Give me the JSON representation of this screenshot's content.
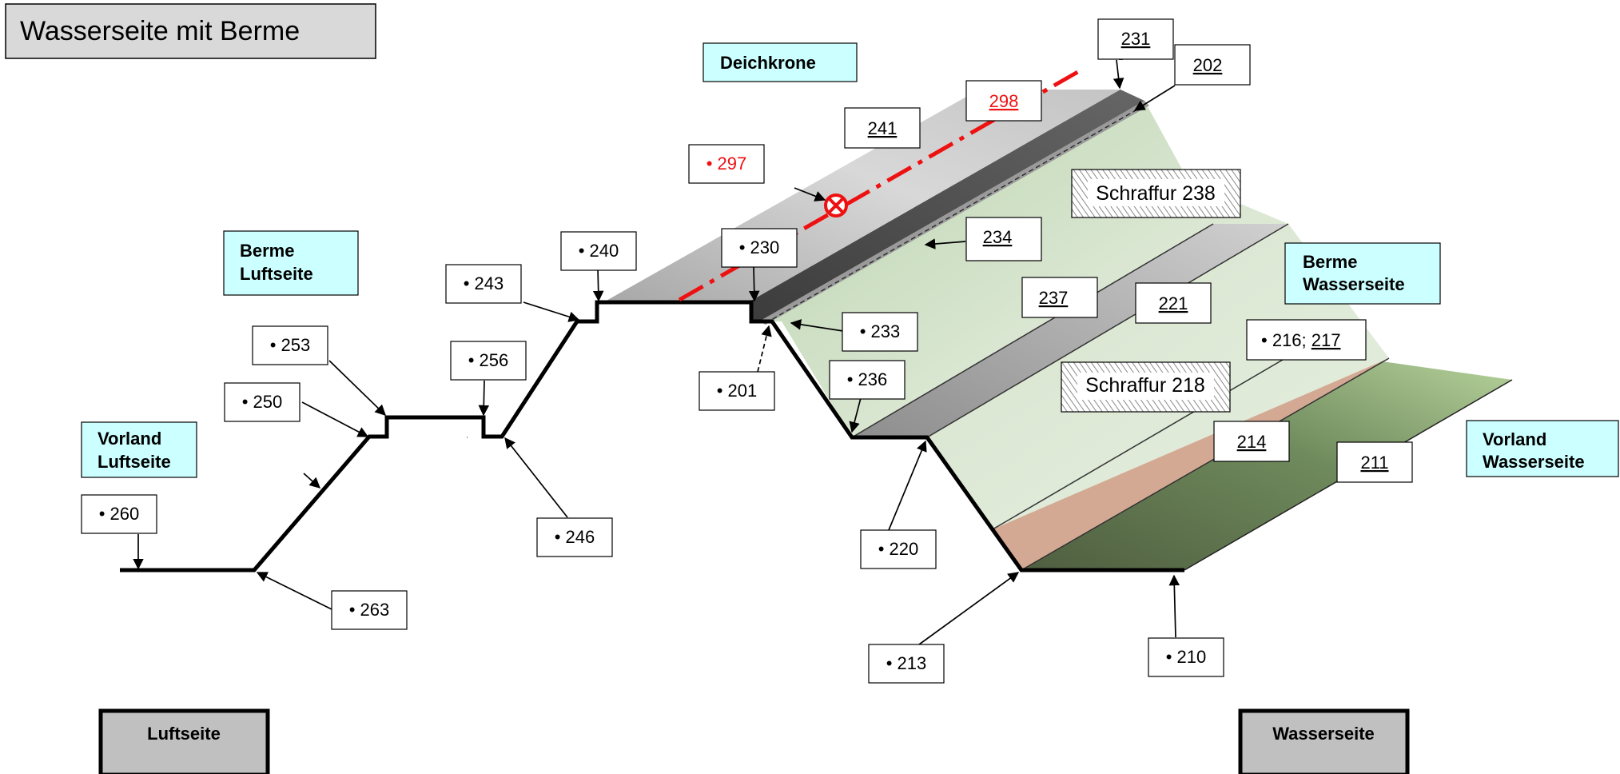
{
  "title": "Wasserseite mit Berme",
  "zones": {
    "deichkrone": "Deichkrone",
    "berme_luftseite": [
      "Berme",
      "Luftseite"
    ],
    "berme_wasserseite": [
      "Berme",
      "Wasserseite"
    ],
    "vorland_luftseite": [
      "Vorland",
      "Luftseite"
    ],
    "vorland_wasserseite": [
      "Vorland",
      "Wasserseite"
    ]
  },
  "sides": {
    "left": "Luftseite",
    "right": "Wasserseite"
  },
  "hatch_labels": {
    "h238": "Schraffur 238",
    "h218": "Schraffur 218"
  },
  "bullet_labels": {
    "b297": "• 297",
    "b240": "• 240",
    "b230": "• 230",
    "b243": "• 243",
    "b233": "• 233",
    "b253": "• 253",
    "b256": "• 256",
    "b250": "• 250",
    "b201": "• 201",
    "b236": "• 236",
    "b260": "• 260",
    "b246": "• 246",
    "b220": "• 220",
    "b263": "• 263",
    "b213": "• 213",
    "b210": "• 210"
  },
  "surface_labels": {
    "s231": "231",
    "s202": "202",
    "s298": "298",
    "s241": "241",
    "s234": "234",
    "s237": "237",
    "s221": "221",
    "s214": "214",
    "s211": "211"
  },
  "combined_216_217": {
    "prefix": "• 216; ",
    "link": "217"
  },
  "colors": {
    "zone_fill": "#ccffff",
    "title_fill": "#d9d9d9",
    "side_fill": "#c0c0c0",
    "accent_red": "#ee1111",
    "light_green": "#dce8d4",
    "brown": "#d4aa90",
    "dark_green": "#5a6b4a"
  }
}
